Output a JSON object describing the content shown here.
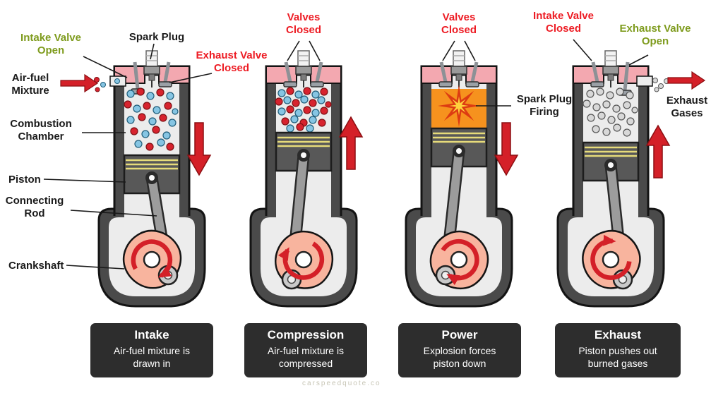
{
  "colors": {
    "label_red": "#ed1c24",
    "label_green": "#7e9b1d",
    "label_black": "#1a1a1a",
    "caption_bg": "#2d2d2d",
    "caption_text": "#ffffff",
    "arrow_red": "#d42028",
    "mixture_red": "#d7232e",
    "mixture_blue": "#86c5e3",
    "exhaust_gas_gray": "#d8d8d8",
    "engine_body_gray": "#4a4a4a",
    "head_pink": "#f3a8b0",
    "crankshaft_salmon": "#f8b49e",
    "explosion_orange": "#f6921e"
  },
  "strokes": [
    {
      "name": "intake",
      "caption_title": "Intake",
      "caption_text": "Air-fuel mixture is drawn in",
      "labels": {
        "intake_valve_open": "Intake Valve Open",
        "spark_plug": "Spark Plug",
        "exhaust_valve_closed": "Exhaust Valve Closed",
        "air_fuel_mixture": "Air-fuel Mixture",
        "combustion_chamber": "Combustion Chamber",
        "piston": "Piston",
        "connecting_rod": "Connecting Rod",
        "crankshaft": "Crankshaft"
      }
    },
    {
      "name": "compression",
      "caption_title": "Compression",
      "caption_text": "Air-fuel mixture is compressed",
      "labels": {
        "valves_closed": "Valves Closed"
      }
    },
    {
      "name": "power",
      "caption_title": "Power",
      "caption_text": "Explosion forces piston down",
      "labels": {
        "valves_closed": "Valves Closed",
        "spark_plug_firing": "Spark Plug Firing"
      }
    },
    {
      "name": "exhaust",
      "caption_title": "Exhaust",
      "caption_text": "Piston pushes out burned gases",
      "labels": {
        "intake_valve_closed": "Intake Valve Closed",
        "exhaust_valve_open": "Exhaust Valve Open",
        "exhaust_gases": "Exhaust Gases"
      }
    }
  ],
  "watermark": "carspeedquote.co"
}
